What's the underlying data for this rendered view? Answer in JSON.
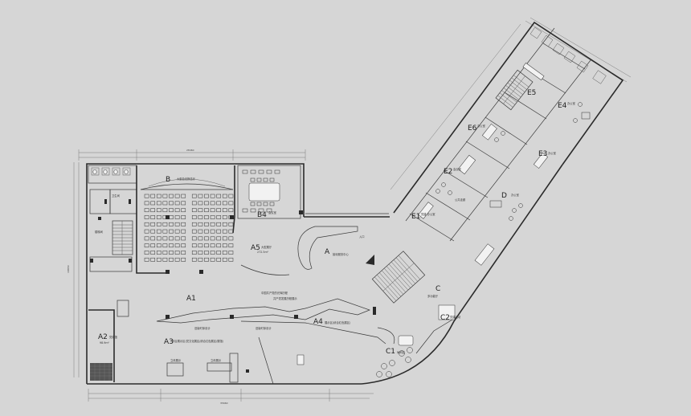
{
  "rooms": {
    "A": {
      "code": "A",
      "note": "接待服务中心"
    },
    "A1": {
      "code": "A1",
      "note": "中国共产党的光辉历程"
    },
    "A2": {
      "code": "A2",
      "note": "党史馆",
      "area": "98.9m²"
    },
    "A3": {
      "code": "A3",
      "note": "综合展示区(党文化展区/综合红色展区/展馆)"
    },
    "A4": {
      "code": "A4",
      "note": "展示区(综合红色展区)"
    },
    "A5": {
      "code": "A5",
      "note": "大型展厅",
      "area": "272.5m²"
    },
    "B": {
      "code": "B",
      "note": "大型会议报告厅"
    },
    "B4": {
      "code": "B4",
      "note": "会议室"
    },
    "C": {
      "code": "C",
      "note": "多功能厅"
    },
    "C1": {
      "code": "C1",
      "note": "休闲区"
    },
    "C2": {
      "code": "C2",
      "note": "党建活动"
    },
    "D": {
      "code": "D",
      "note": "办公室"
    },
    "E1": {
      "code": "E1",
      "note": "党建 办公室"
    },
    "E2": {
      "code": "E2",
      "note": "会议室"
    },
    "E3": {
      "code": "E3",
      "note": "办公室"
    },
    "E4": {
      "code": "E4",
      "note": "办公室"
    },
    "E5": {
      "code": "E5",
      "note": ""
    },
    "E6": {
      "code": "E6",
      "note": "办公室"
    }
  },
  "annotations": {
    "timeline_1": "旧版时序设计",
    "timeline_2": "旧版时序设计",
    "exhibit_1": "立体展示",
    "exhibit_2": "立体展示",
    "red_theme": "共产党发展历程展示",
    "stairs": "楼梯间",
    "entrance": "入口",
    "wc": "卫生间",
    "corridor": "公共走廊"
  },
  "dimensions": {
    "top_total": "28460",
    "left_total": "18850",
    "bottom_total": "35660"
  }
}
